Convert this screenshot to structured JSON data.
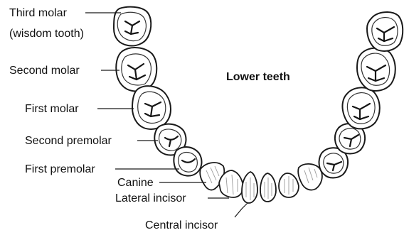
{
  "diagram": {
    "title": "Lower teeth",
    "labels": {
      "third_molar": "Third molar",
      "third_molar_note": "(wisdom tooth)",
      "second_molar": "Second molar",
      "first_molar": "First molar",
      "second_premolar": "Second premolar",
      "first_premolar": "First premolar",
      "canine": "Canine",
      "lateral_incisor": "Lateral incisor",
      "central_incisor": "Central incisor"
    }
  }
}
